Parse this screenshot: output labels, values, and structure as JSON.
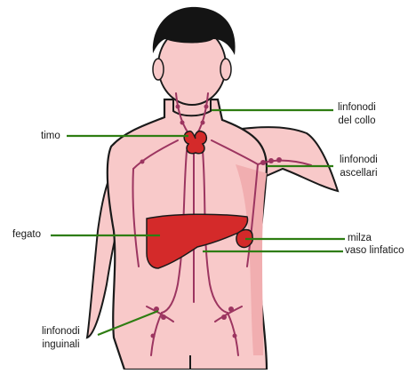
{
  "diagram": {
    "labels": {
      "timo": "timo",
      "fegato": "fegato",
      "linfonodi_inguinali": [
        "linfonodi",
        "inguinali"
      ],
      "linfonodi_collo": [
        "linfonodi",
        "del collo"
      ],
      "linfonodi_ascellari": [
        "linfonodi",
        "ascellari"
      ],
      "milza": "milza",
      "vaso_linfatico": "vaso linfatico"
    },
    "colors": {
      "skin": "#f8c9c9",
      "skin_shade": "#f1aeb0",
      "outline": "#1a1a1a",
      "hair": "#141414",
      "organ": "#d42a2a",
      "lymph": "#9c3560",
      "leader": "#2e7d12"
    }
  }
}
